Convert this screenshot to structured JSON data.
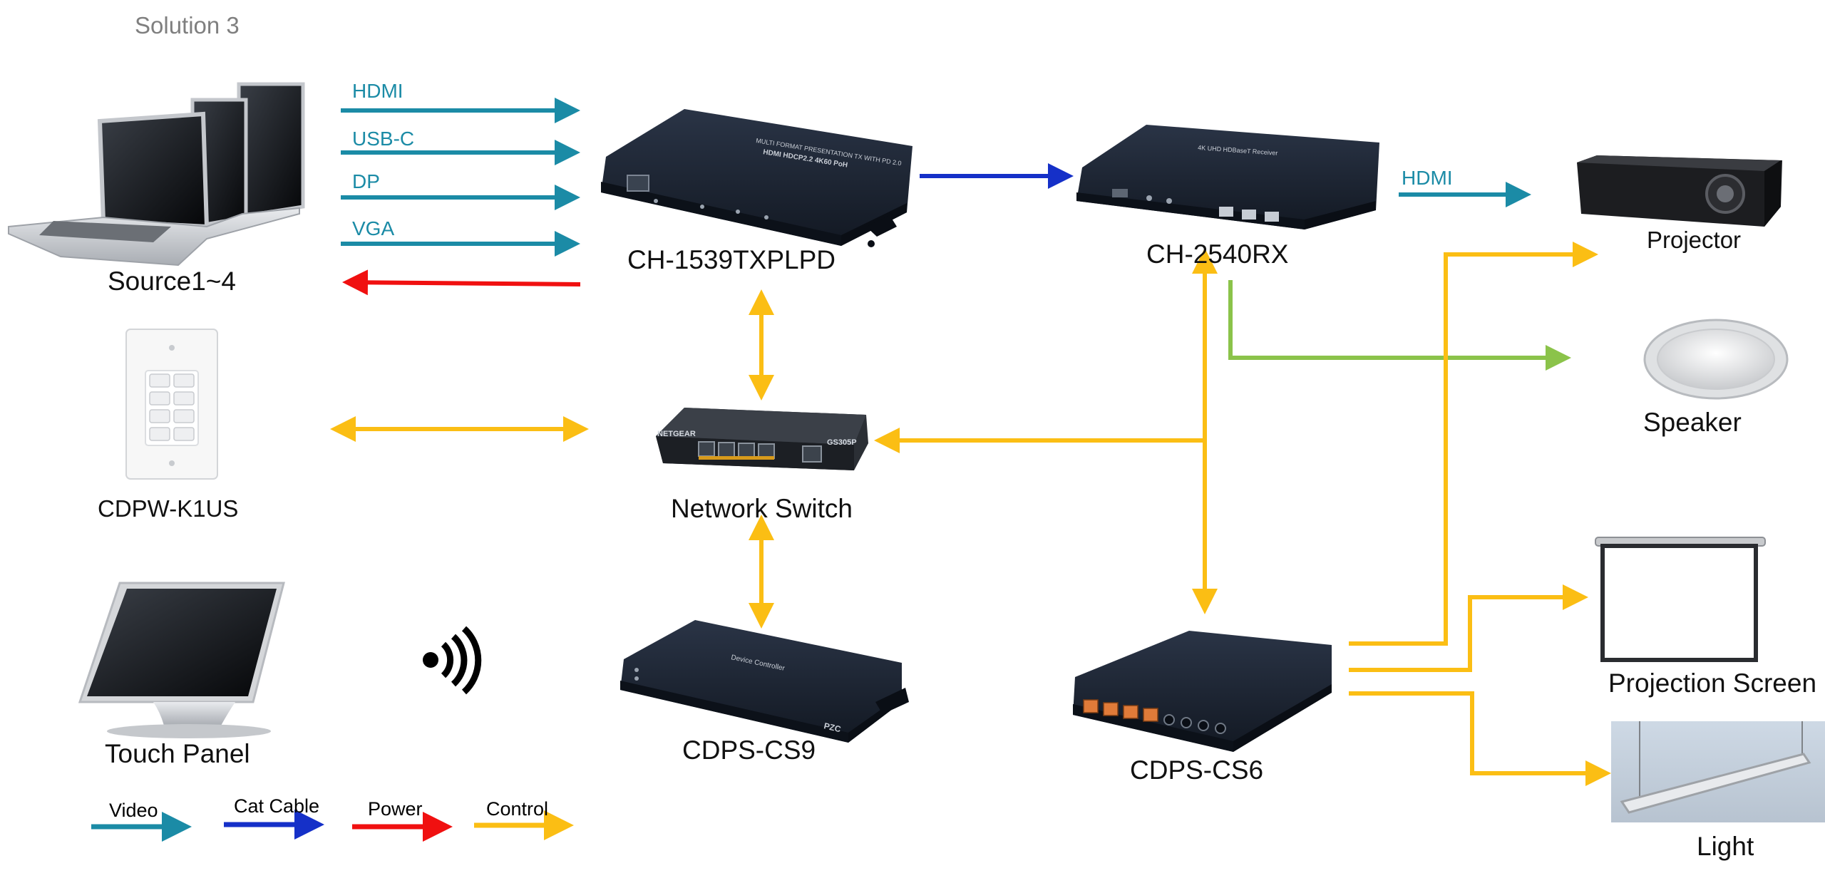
{
  "title": "Solution 3",
  "devices": {
    "source": "Source1~4",
    "tx": "CH-1539TXPLPD",
    "rx": "CH-2540RX",
    "keypad": "CDPW-K1US",
    "switch": "Network Switch",
    "touch_panel": "Touch Panel",
    "cs9": "CDPS-CS9",
    "cs6": "CDPS-CS6",
    "projector": "Projector",
    "speaker": "Speaker",
    "screen": "Projection Screen",
    "light": "Light"
  },
  "signals": {
    "hdmi": "HDMI",
    "usbc": "USB-C",
    "dp": "DP",
    "vga": "VGA",
    "rx_hdmi": "HDMI"
  },
  "device_print": {
    "tx_line1": "MULTI FORMAT PRESENTATION TX WITH PD 2.0",
    "tx_line2": "HDMI HDCP2.2 4K60 PoH",
    "rx_line1": "4K UHD HDBaseT Receiver",
    "switch_brand": "NETGEAR",
    "switch_model": "GS305P",
    "cs9_label": "Device Controller",
    "cs9_brand": "PZC"
  },
  "legend": {
    "video": "Video",
    "cat": "Cat Cable",
    "power": "Power",
    "control": "Control"
  },
  "colors": {
    "video": "#1b8ba6",
    "cat": "#1530c8",
    "power": "#f01010",
    "control": "#fbbe14",
    "audio": "#8bc34a",
    "title_gray": "#7f7f7f",
    "device_dark": "#1a2230"
  },
  "icons": [
    "laptops-icon",
    "keypad-icon",
    "tablet-icon",
    "wireless-icon",
    "projector-icon",
    "speaker-icon",
    "screen-icon",
    "light-icon"
  ]
}
